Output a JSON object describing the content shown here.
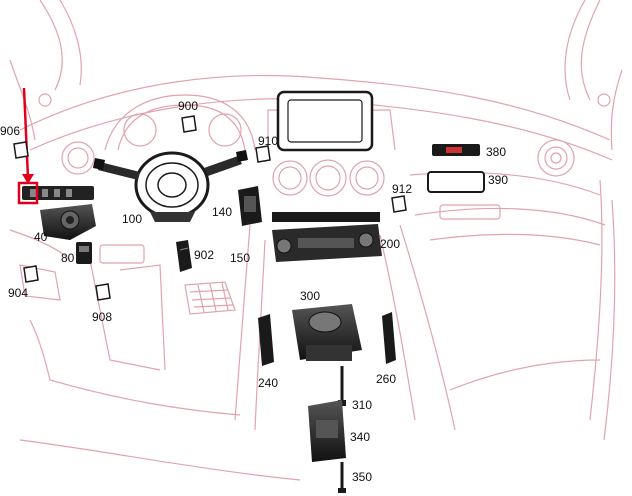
{
  "diagram": {
    "colors": {
      "outline": "#e2a3ad",
      "part": "#1a1a1a",
      "highlight": "#e0001b",
      "label": "#111111"
    },
    "callouts": [
      {
        "id": "c900",
        "text": "900"
      },
      {
        "id": "c906",
        "text": "906"
      },
      {
        "id": "c910",
        "text": "910"
      },
      {
        "id": "c380",
        "text": "380"
      },
      {
        "id": "c390",
        "text": "390"
      },
      {
        "id": "c912",
        "text": "912"
      },
      {
        "id": "c100",
        "text": "100"
      },
      {
        "id": "c140",
        "text": "140"
      },
      {
        "id": "c40",
        "text": "40"
      },
      {
        "id": "c902",
        "text": "902"
      },
      {
        "id": "c200",
        "text": "200"
      },
      {
        "id": "c80",
        "text": "80"
      },
      {
        "id": "c150",
        "text": "150"
      },
      {
        "id": "c904",
        "text": "904"
      },
      {
        "id": "c908",
        "text": "908"
      },
      {
        "id": "c300",
        "text": "300"
      },
      {
        "id": "c240",
        "text": "240"
      },
      {
        "id": "c260",
        "text": "260"
      },
      {
        "id": "c310",
        "text": "310"
      },
      {
        "id": "c340",
        "text": "340"
      },
      {
        "id": "c350",
        "text": "350"
      }
    ]
  }
}
